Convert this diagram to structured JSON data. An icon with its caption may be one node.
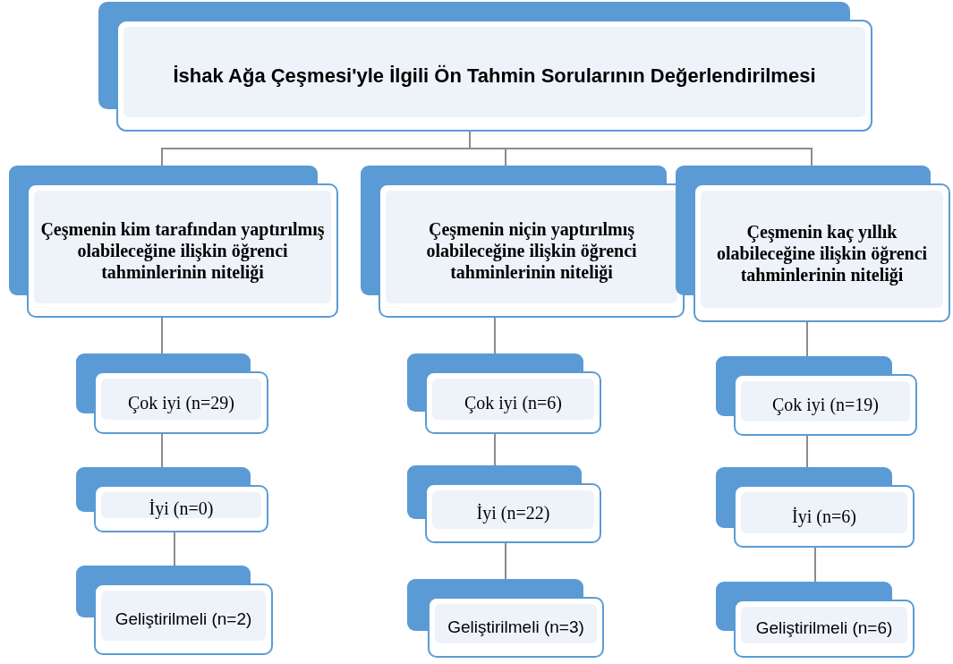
{
  "diagram": {
    "nodes": [
      {
        "text": [
          "İshak Ağa Çeşmesi'yle İlgili Ön Tahmin Sorularının Değerlendirilmesi"
        ]
      },
      {
        "text": [
          "Çeşmenin kim tarafından yaptırılmış olabileceğine ilişkin öğrenci tahminlerinin niteliği"
        ]
      },
      {
        "text": [
          "Çeşmenin niçin yaptırılmış olabileceğine ilişkin öğrenci tahminlerinin niteliği"
        ]
      },
      {
        "text": [
          "Çeşmenin kaç yıllık olabileceğine ilişkin öğrenci tahminlerinin niteliği"
        ]
      },
      {
        "text": [
          "Çok iyi (n=29)"
        ]
      },
      {
        "text": [
          "İyi (n=0)"
        ]
      },
      {
        "text": [
          "Geliştirilmeli (n=2)"
        ]
      },
      {
        "text": [
          "Çok iyi (n=6)"
        ]
      },
      {
        "text": [
          "İyi (n=22)"
        ]
      },
      {
        "text": [
          "Geliştirilmeli (n=3)"
        ]
      },
      {
        "text": [
          "Çok iyi (n=19)"
        ]
      },
      {
        "text": [
          "İyi (n=6)"
        ]
      },
      {
        "text": [
          "Geliştirilmeli (n=6)"
        ]
      }
    ],
    "edges": [
      {
        "from": 0,
        "to": 1,
        "arrow": "none"
      },
      {
        "from": 0,
        "to": 2,
        "arrow": "none"
      },
      {
        "from": 0,
        "to": 3,
        "arrow": "none"
      },
      {
        "from": 1,
        "to": 4,
        "arrow": "none"
      },
      {
        "from": 4,
        "to": 5,
        "arrow": "none"
      },
      {
        "from": 5,
        "to": 6,
        "arrow": "none"
      },
      {
        "from": 2,
        "to": 7,
        "arrow": "none"
      },
      {
        "from": 7,
        "to": 8,
        "arrow": "none"
      },
      {
        "from": 8,
        "to": 9,
        "arrow": "none"
      },
      {
        "from": 3,
        "to": 10,
        "arrow": "none"
      },
      {
        "from": 10,
        "to": 11,
        "arrow": "none"
      },
      {
        "from": 11,
        "to": 12,
        "arrow": "none"
      }
    ]
  }
}
